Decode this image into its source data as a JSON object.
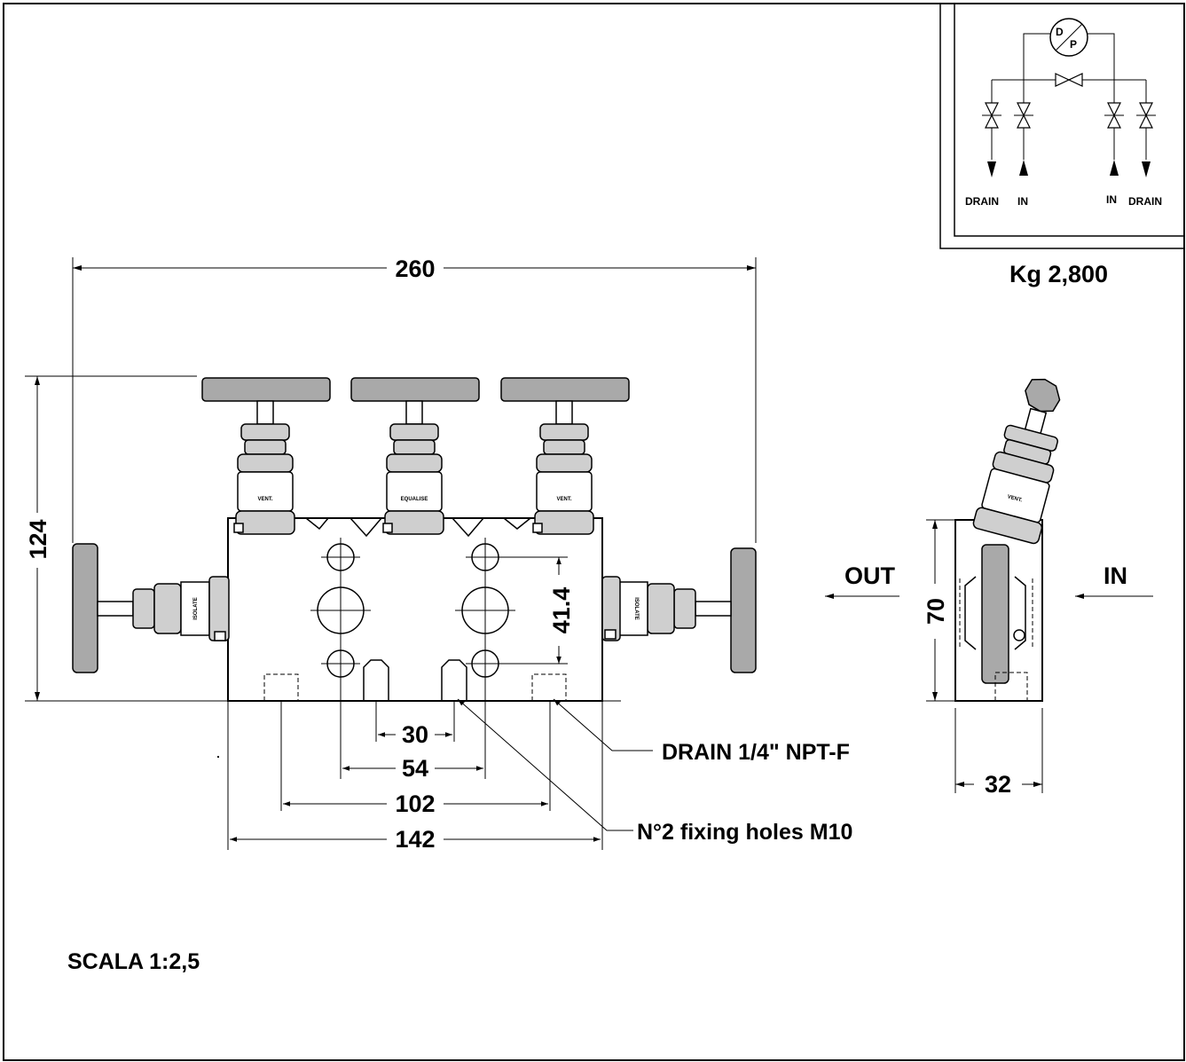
{
  "dimensions": {
    "overall_width": "260",
    "overall_height": "124",
    "hole_spacing": "41.4",
    "side_height": "70",
    "side_width": "32",
    "d30": "30",
    "d54": "54",
    "d102": "102",
    "d142": "142"
  },
  "callouts": {
    "drain": "DRAIN 1/4\" NPT-F",
    "fixing": "N°2 fixing holes M10",
    "out": "OUT",
    "in": "IN"
  },
  "valve_labels": {
    "vent": "VENT.",
    "equalise": "EQUALISE",
    "isolate": "ISOLATE"
  },
  "schematic": {
    "gauge_d": "D",
    "gauge_p": "P",
    "drain": "DRAIN",
    "in": "IN"
  },
  "weight": "Kg 2,800",
  "scale": "SCALA 1:2,5"
}
